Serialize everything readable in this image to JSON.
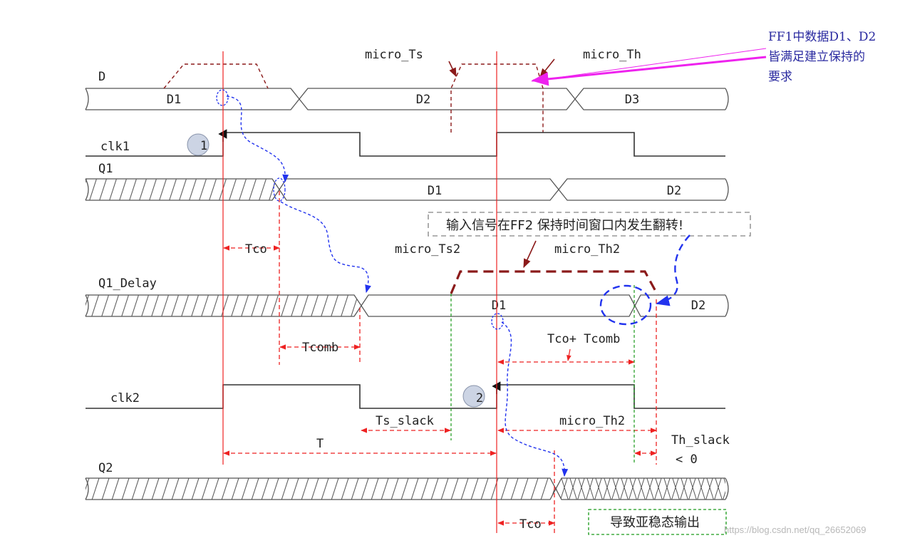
{
  "signals": {
    "d": "D",
    "clk1": "clk1",
    "q1": "Q1",
    "q1_delay": "Q1_Delay",
    "clk2": "clk2",
    "q2": "Q2"
  },
  "data_labels": {
    "d_d1": "D1",
    "d_d2": "D2",
    "d_d3": "D3",
    "q1_d1": "D1",
    "q1_d2": "D2",
    "q1d_d1": "D1",
    "q1d_d2": "D2"
  },
  "markers": {
    "one": "1",
    "two": "2"
  },
  "timing_labels": {
    "micro_ts": "micro_Ts",
    "micro_th": "micro_Th",
    "micro_ts2": "micro_Ts2",
    "micro_th2_top": "micro_Th2",
    "tco_1": "Tco",
    "tcomb": "Tcomb",
    "tco_tcomb": "Tco+ Tcomb",
    "ts_slack": "Ts_slack",
    "micro_th2_bottom": "micro_Th2",
    "t": "T",
    "th_slack": "Th_slack",
    "lt_zero": "< 0",
    "tco_2": "Tco"
  },
  "annotations": {
    "ff1_line1": "FF1中数据D1、D2",
    "ff1_line2": "皆满足建立保持的",
    "ff1_line3": "要求",
    "ff2_warning": "输入信号在FF2 保持时间窗口内发生翻转!",
    "metastable": "导致亚稳态输出"
  },
  "watermark": "https://blog.csdn.net/qq_26652069",
  "colors": {
    "red_marker": "#ee2222",
    "dark_red": "#8b1a1a",
    "green": "#1a9a1a",
    "blue": "#2233ee",
    "magenta": "#ee22ee"
  }
}
